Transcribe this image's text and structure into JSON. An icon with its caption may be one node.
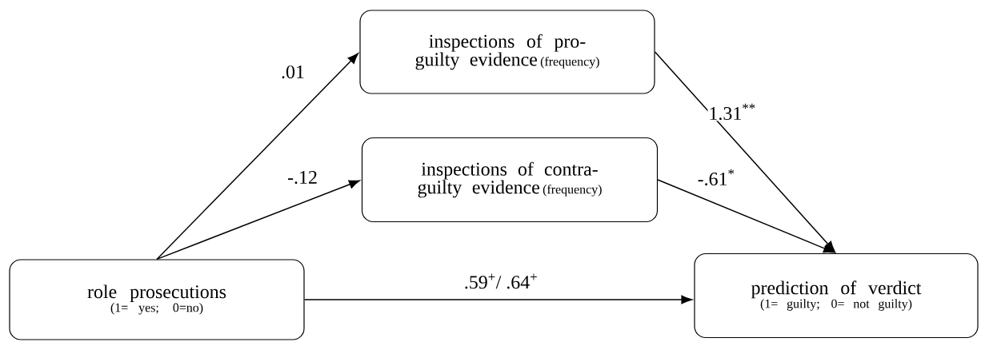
{
  "diagram": {
    "nodes": [
      {
        "text": [
          "role prosecutions",
          "(1= yes; 0=no)"
        ]
      },
      {
        "text": [
          "inspections of pro-guilty evidence",
          "(frequency)"
        ]
      },
      {
        "text": [
          "inspections of contra-guilty evidence",
          "(frequency)"
        ]
      },
      {
        "text": [
          "prediction of verdict",
          "(1= guilty; 0= not guilty)"
        ]
      }
    ],
    "edges": [
      {
        "from": 0,
        "to": 1,
        "arrow": "to",
        "label": ".01"
      },
      {
        "from": 0,
        "to": 2,
        "arrow": "to",
        "label": "-.12"
      },
      {
        "from": 1,
        "to": 3,
        "arrow": "to",
        "label": "1.31$^{**}$"
      },
      {
        "from": 2,
        "to": 3,
        "arrow": "to",
        "label": "-.61$^{*}$"
      },
      {
        "from": 0,
        "to": 3,
        "arrow": "to",
        "label": ".59$^{+}$/ .64$^{+}$"
      }
    ]
  }
}
